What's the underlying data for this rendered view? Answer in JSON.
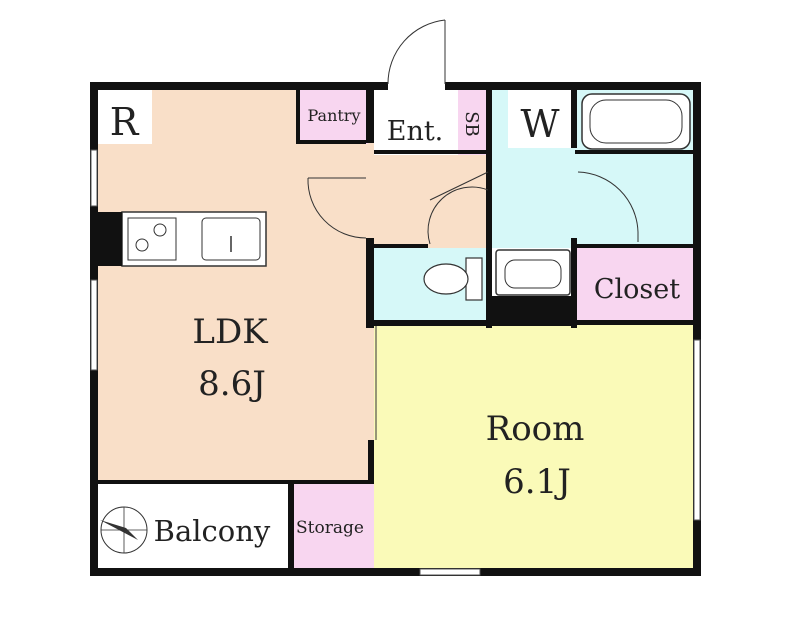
{
  "rooms": {
    "r_label": "R",
    "pantry": "Pantry",
    "entrance": "Ent.",
    "shoe_box": "SB",
    "washer": "W",
    "closet": "Closet",
    "ldk_name": "LDK",
    "ldk_size": "8.6J",
    "room_name": "Room",
    "room_size": "6.1J",
    "storage": "Storage",
    "balcony": "Balcony"
  },
  "colors": {
    "ldk": "#f9dfc8",
    "room": "#fafab8",
    "pink": "#f8d6f0",
    "aqua": "#d6f8f8",
    "wall": "#111111"
  }
}
